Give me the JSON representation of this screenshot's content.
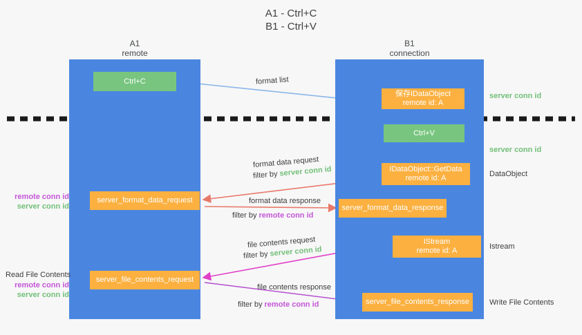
{
  "title": "A1 - Ctrl+C\nB1 - Ctrl+V",
  "lanes": [
    {
      "id": "a1",
      "header": "A1\nremote",
      "color": "#4a86e0"
    },
    {
      "id": "b1",
      "header": "B1\nconnection",
      "color": "#4a86e0"
    }
  ],
  "nodes": {
    "ctrl_c": "Ctrl+C",
    "save_idataobject": "保存IDataObject\nremote id: A",
    "ctrl_v": "Ctrl+V",
    "getdata": "IDataObject::GetData\nremote id: A",
    "server_format_data_request": "server_format_data_request",
    "server_format_data_response": "server_format_data_response",
    "istream": "IStream\nremote id: A",
    "server_file_contents_request": "server_file_contents_request",
    "server_file_contents_response": "server_file_contents_response"
  },
  "flow_labels": {
    "format_list": "format list",
    "format_data_request": "format data request",
    "format_data_request_filter_prefix": "filter by ",
    "format_data_request_filter_value": "server conn id",
    "format_data_response": "format data response",
    "format_data_response_filter_prefix": "filter by ",
    "format_data_response_filter_value": "remote conn id",
    "file_contents_request": "file contents request",
    "file_contents_request_filter_prefix": "filter by ",
    "file_contents_request_filter_value": "server conn id",
    "file_contents_response": "file contents response",
    "file_contents_response_filter_prefix": "filter by ",
    "file_contents_response_filter_value": "remote conn id"
  },
  "annotations": {
    "server_conn_id_top": "server conn id",
    "server_conn_id_mid": "server conn id",
    "dataobject": "DataObject",
    "istream": "Istream",
    "write_file_contents": "Write File Contents",
    "read_file_contents": "Read File Contents",
    "remote_conn_id_left_1": "remote conn id",
    "server_conn_id_left_1": "server conn id",
    "remote_conn_id_left_2": "remote conn id",
    "server_conn_id_left_2": "server conn id"
  },
  "colors": {
    "lane": "#4a86e0",
    "green_node": "#78c57f",
    "orange_node": "#fbb040",
    "green_text": "#72bf78",
    "purple_text": "#c455d8",
    "arrow_blue": "#8ab6e8",
    "arrow_red": "#e8796a",
    "arrow_magenta": "#e040c8",
    "arrow_purple": "#b44fd0",
    "arrow_black": "#1a1a1a",
    "divider": "#1a1a1a",
    "background": "#f7f7f7"
  }
}
